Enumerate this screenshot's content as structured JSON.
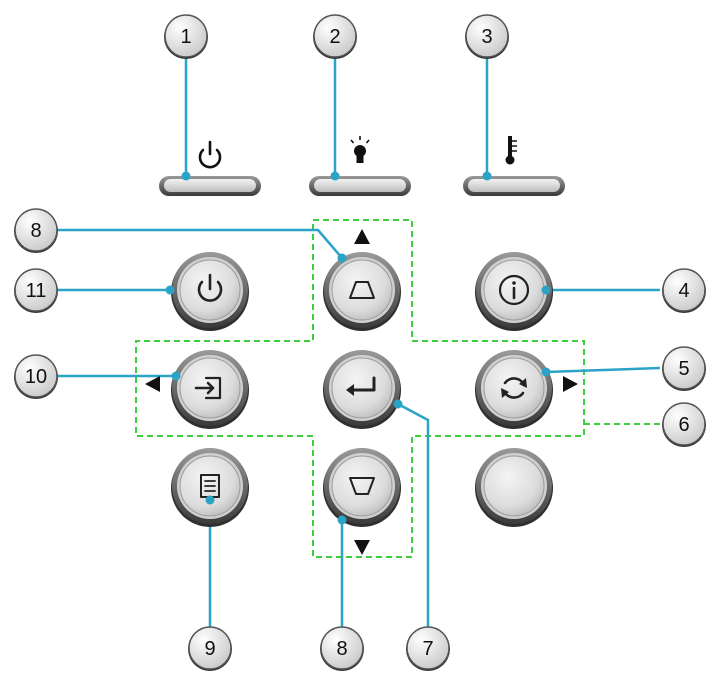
{
  "callouts": {
    "c1": "1",
    "c2": "2",
    "c3": "3",
    "c4": "4",
    "c5": "5",
    "c6": "6",
    "c7": "7",
    "c8a": "8",
    "c8b": "8",
    "c9": "9",
    "c10": "10",
    "c11": "11"
  },
  "colors": {
    "leader": "#2aa3c6",
    "dash": "#3ccf3c",
    "button_face": "#e3e3e3",
    "button_rim": "#3a3a3a",
    "icon": "#222222"
  },
  "icons": {
    "led1": "power-icon",
    "led2": "lamp-icon",
    "led3": "thermometer-icon",
    "power": "power-icon",
    "keystone_up": "keystone-up-icon",
    "info": "info-icon",
    "source": "source-input-icon",
    "enter": "enter-icon",
    "resync": "resync-icon",
    "menu": "menu-icon",
    "keystone_down": "keystone-down-icon",
    "blank": "blank-button",
    "arrow_up": "arrow-up-icon",
    "arrow_down": "arrow-down-icon",
    "arrow_left": "arrow-left-icon",
    "arrow_right": "arrow-right-icon"
  }
}
